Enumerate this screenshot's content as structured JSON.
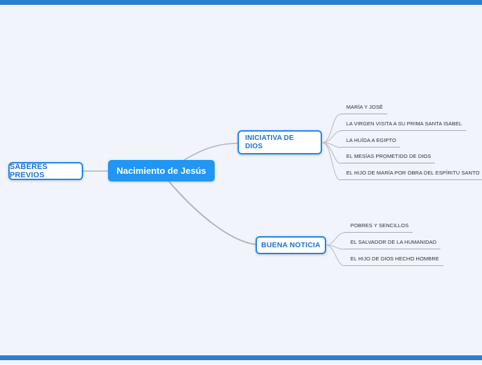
{
  "app": {
    "background": "#f1f4fb",
    "frame_bar_color": "#2b7fd0"
  },
  "colors": {
    "root_node_fill": "#2196f3",
    "root_node_text": "#ffffff",
    "outlined_node_border": "#1f86ea",
    "outlined_node_text": "#1a6fd4",
    "leaf_text": "#2e2e36",
    "connector_gray": "#b2b2bd"
  },
  "map": {
    "root": "Nacimiento de Jesús",
    "left_node": "SABERES PREVIOS",
    "branches": [
      {
        "label": "INICIATIVA DE DIOS",
        "children": [
          "MARÍA Y JOSÉ",
          "LA VIRGEN VISITA A SU PRIMA SANTA ISABEL",
          "LA HUÍDA A EGIPTO",
          "EL MESÍAS PROMETIDO DE DIOS",
          "EL HIJO DE MARÍA POR OBRA DEL ESPÍRITU SANTO"
        ]
      },
      {
        "label": "BUENA NOTICIA",
        "children": [
          "POBRES Y SENCILLOS",
          "EL SALVADOR DE LA HUMANIDAD",
          "EL HIJO DE DIOS HECHO HOMBRE"
        ]
      }
    ]
  }
}
